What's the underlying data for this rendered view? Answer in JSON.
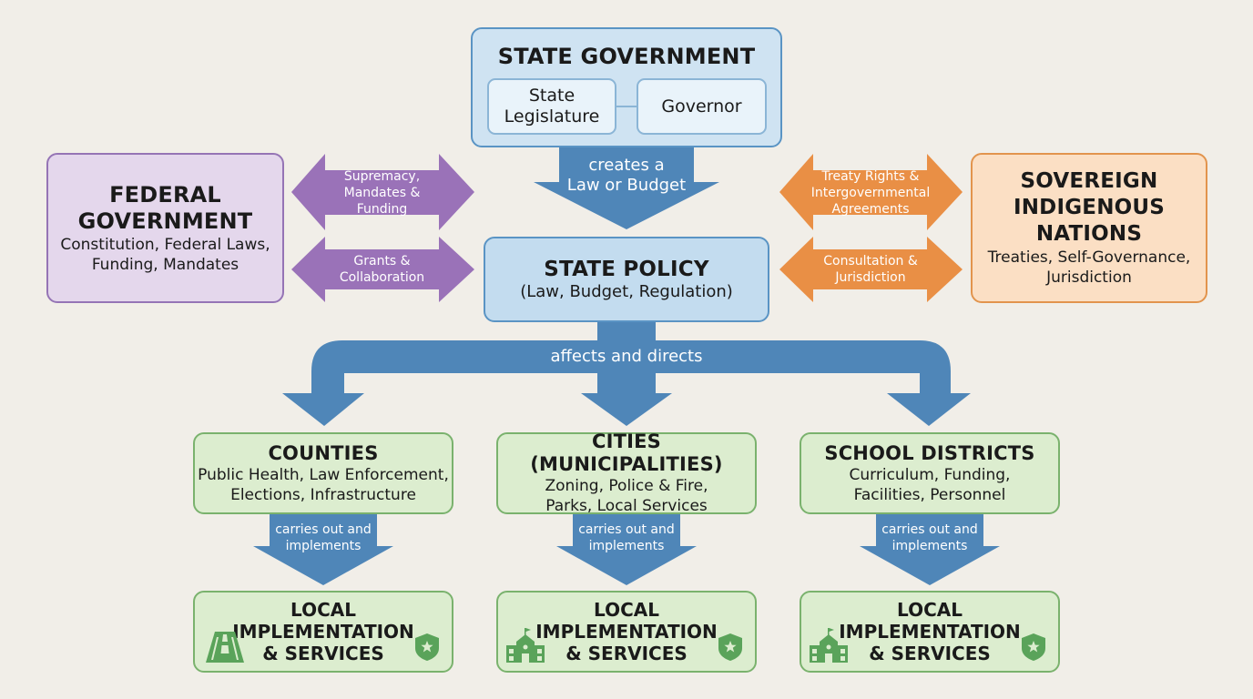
{
  "state_government": {
    "title": "STATE GOVERNMENT",
    "legislature": "State\nLegislature",
    "governor": "Governor"
  },
  "creates_label": "creates a\nLaw or Budget",
  "federal": {
    "title": "FEDERAL\nGOVERNMENT",
    "subtitle": "Constitution, Federal Laws,\nFunding, Mandates",
    "arrow_top": "Supremacy,\nMandates &\nFunding",
    "arrow_bottom": "Grants &\nCollaboration"
  },
  "indigenous": {
    "title": "SOVEREIGN\nINDIGENOUS\nNATIONS",
    "subtitle": "Treaties, Self-Governance,\nJurisdiction",
    "arrow_top": "Treaty Rights &\nIntergovernmental\nAgreements",
    "arrow_bottom": "Consultation &\nJurisdiction"
  },
  "state_policy": {
    "title": "STATE POLICY",
    "subtitle": "(Law, Budget, Regulation)"
  },
  "affects_label": "affects and directs",
  "local_bodies": [
    {
      "title": "COUNTIES",
      "subtitle": "Public Health, Law Enforcement,\nElections, Infrastructure",
      "arrow_label": "carries out and\nimplements",
      "impl_title": "LOCAL\nIMPLEMENTATION\n& SERVICES",
      "left_icon": "road-icon",
      "right_icon": "police-badge-icon"
    },
    {
      "title": "CITIES (MUNICIPALITIES)",
      "subtitle": "Zoning, Police & Fire,\nParks, Local Services",
      "arrow_label": "carries out and\nimplements",
      "impl_title": "LOCAL\nIMPLEMENTATION\n& SERVICES",
      "left_icon": "school-building-icon",
      "right_icon": "police-badge-icon"
    },
    {
      "title": "SCHOOL DISTRICTS",
      "subtitle": "Curriculum, Funding,\nFacilities, Personnel",
      "arrow_label": "carries out and\nimplements",
      "impl_title": "LOCAL\nIMPLEMENTATION\n& SERVICES",
      "left_icon": "school-building-icon",
      "right_icon": "police-badge-icon"
    }
  ],
  "colors": {
    "blue_arrow": "#4f86b8",
    "purple_arrow": "#9a72b8",
    "orange_arrow": "#e98f45",
    "green_border": "#7ab26d",
    "icon_green": "#5aa35a"
  }
}
